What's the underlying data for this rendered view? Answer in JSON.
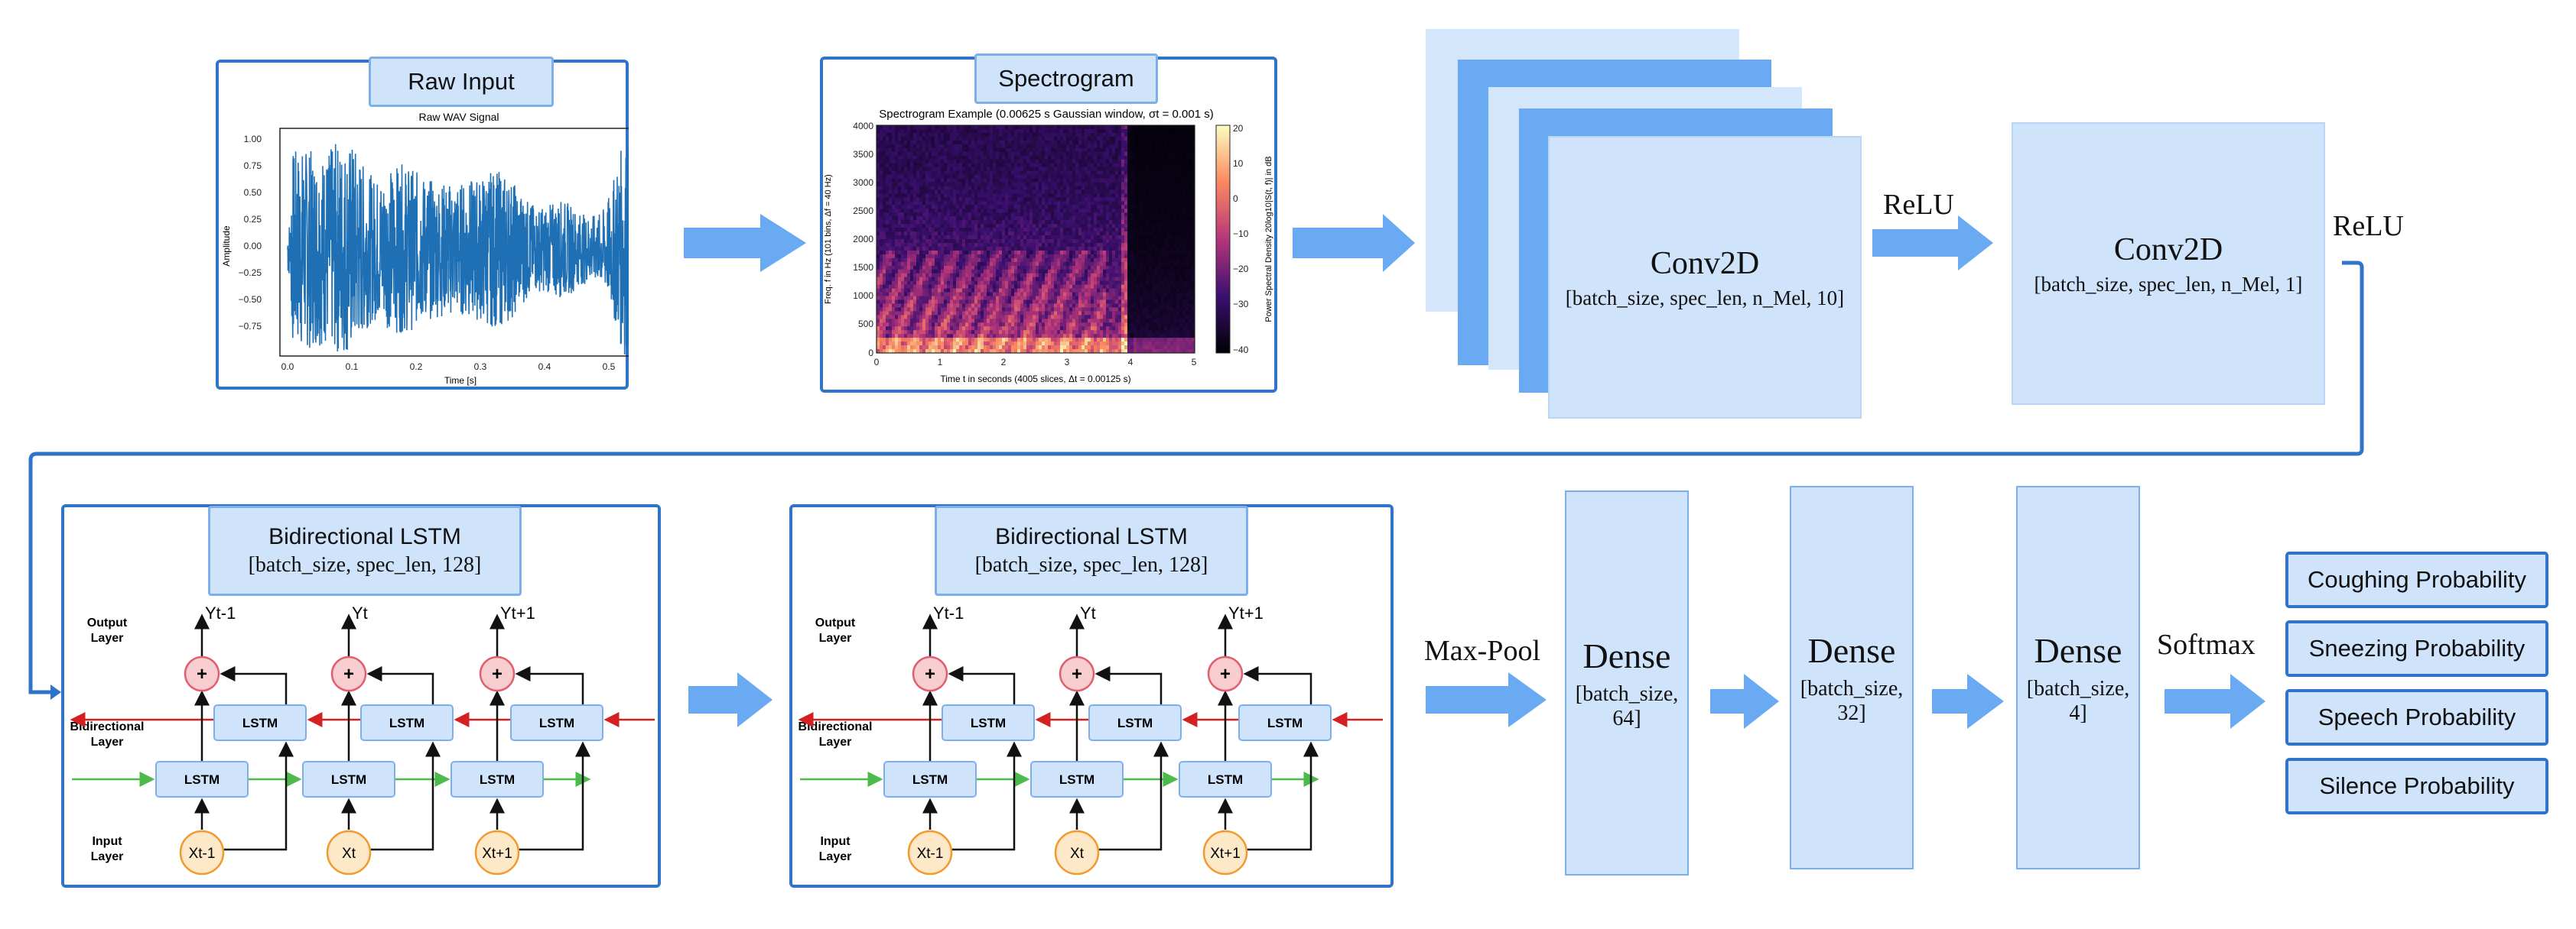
{
  "raw_input": {
    "title": "Raw Input",
    "plot_title": "Raw WAV Signal",
    "ylabel": "Amplitude",
    "xlabel": "Time [s]",
    "y_ticks": [
      "1.00",
      "0.75",
      "0.50",
      "0.25",
      "0.00",
      "−0.25",
      "−0.50",
      "−0.75"
    ],
    "x_ticks": [
      "0.0",
      "0.1",
      "0.2",
      "0.3",
      "0.4",
      "0.5"
    ]
  },
  "spectrogram": {
    "title": "Spectrogram",
    "plot_title": "Spectrogram Example (0.00625 s Gaussian window, σt = 0.001 s)",
    "ylabel": "Freq. f in Hz (101 bins, Δf = 40 Hz)",
    "xlabel": "Time t in seconds (4005 slices, Δt = 0.00125 s)",
    "colorbar_label": "Power Spectral Density 20log10|S(t, f)| in dB",
    "y_ticks": [
      "4000",
      "3500",
      "3000",
      "2500",
      "2000",
      "1500",
      "1000",
      "500",
      "0"
    ],
    "x_ticks": [
      "0",
      "1",
      "2",
      "3",
      "4",
      "5"
    ],
    "cbar_ticks": [
      "20",
      "10",
      "0",
      "−10",
      "−20",
      "−30",
      "−40"
    ]
  },
  "conv1": {
    "title": "Conv2D",
    "shape": "[batch_size, spec_len, n_Mel, 10]"
  },
  "relu1": "ReLU",
  "conv2": {
    "title": "Conv2D",
    "shape": "[batch_size, spec_len, n_Mel, 1]"
  },
  "relu2": "ReLU",
  "lstm1": {
    "title": "Bidirectional LSTM",
    "shape": "[batch_size, spec_len, 128]"
  },
  "lstm2": {
    "title": "Bidirectional LSTM",
    "shape": "[batch_size, spec_len, 128]"
  },
  "lstm_labels": {
    "output_layer": [
      "Output",
      "Layer"
    ],
    "bidirectional_layer": [
      "Bidirectional",
      "Layer"
    ],
    "input_layer": [
      "Input",
      "Layer"
    ],
    "cell": "LSTM",
    "outputs": [
      "Yt-1",
      "Yt",
      "Yt+1"
    ],
    "inputs": [
      "Xt-1",
      "Xt",
      "Xt+1"
    ],
    "plus": "+"
  },
  "maxpool": "Max-Pool",
  "dense1": {
    "title": "Dense",
    "shape": [
      "[batch_size,",
      "64]"
    ]
  },
  "dense2": {
    "title": "Dense",
    "shape": [
      "[batch_size,",
      "32]"
    ]
  },
  "dense3": {
    "title": "Dense",
    "shape": [
      "[batch_size,",
      "4]"
    ]
  },
  "softmax": "Softmax",
  "outputs": [
    "Coughing Probability",
    "Sneezing Probability",
    "Speech Probability",
    "Silence Probability"
  ],
  "colors": {
    "panel_border": "#2f74c8",
    "box_fill": "#cfe3fb",
    "arrow": "#6aaaf2",
    "waveform": "#1f6fb4",
    "green_arrow": "#4cbb4c",
    "red_arrow": "#d42020"
  }
}
